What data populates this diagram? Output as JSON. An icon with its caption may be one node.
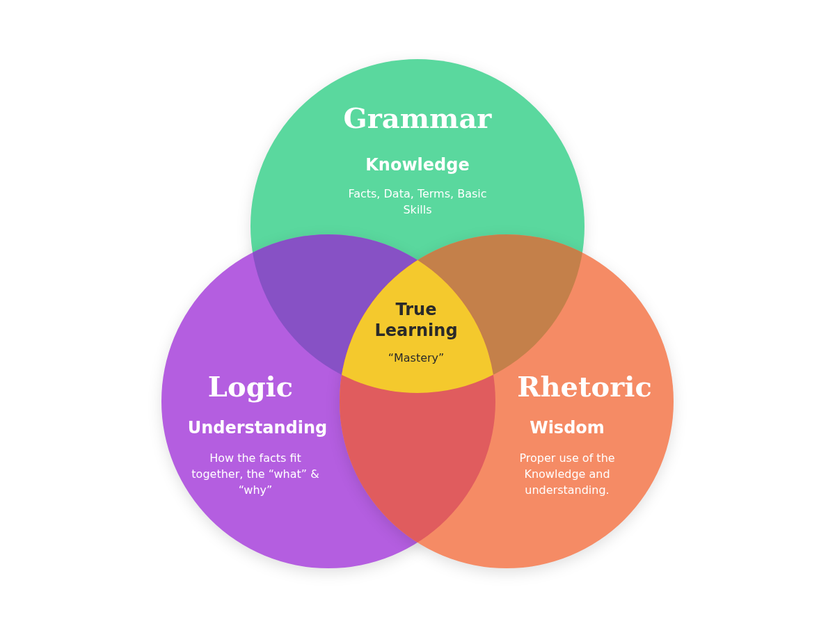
{
  "diagram": {
    "nodes": [
      {
        "text": [
          "Grammar",
          "Knowledge",
          "Facts, Data, Terms, Basic Skills"
        ]
      },
      {
        "text": [
          "Logic",
          "Understanding",
          "How the facts fit together, the “what” & “why”"
        ]
      },
      {
        "text": [
          "Rhetoric",
          "Wisdom",
          "Proper use of the Knowledge and understanding."
        ]
      },
      {
        "text": [
          "True Learning",
          "“Mastery”"
        ]
      }
    ],
    "edges": []
  }
}
